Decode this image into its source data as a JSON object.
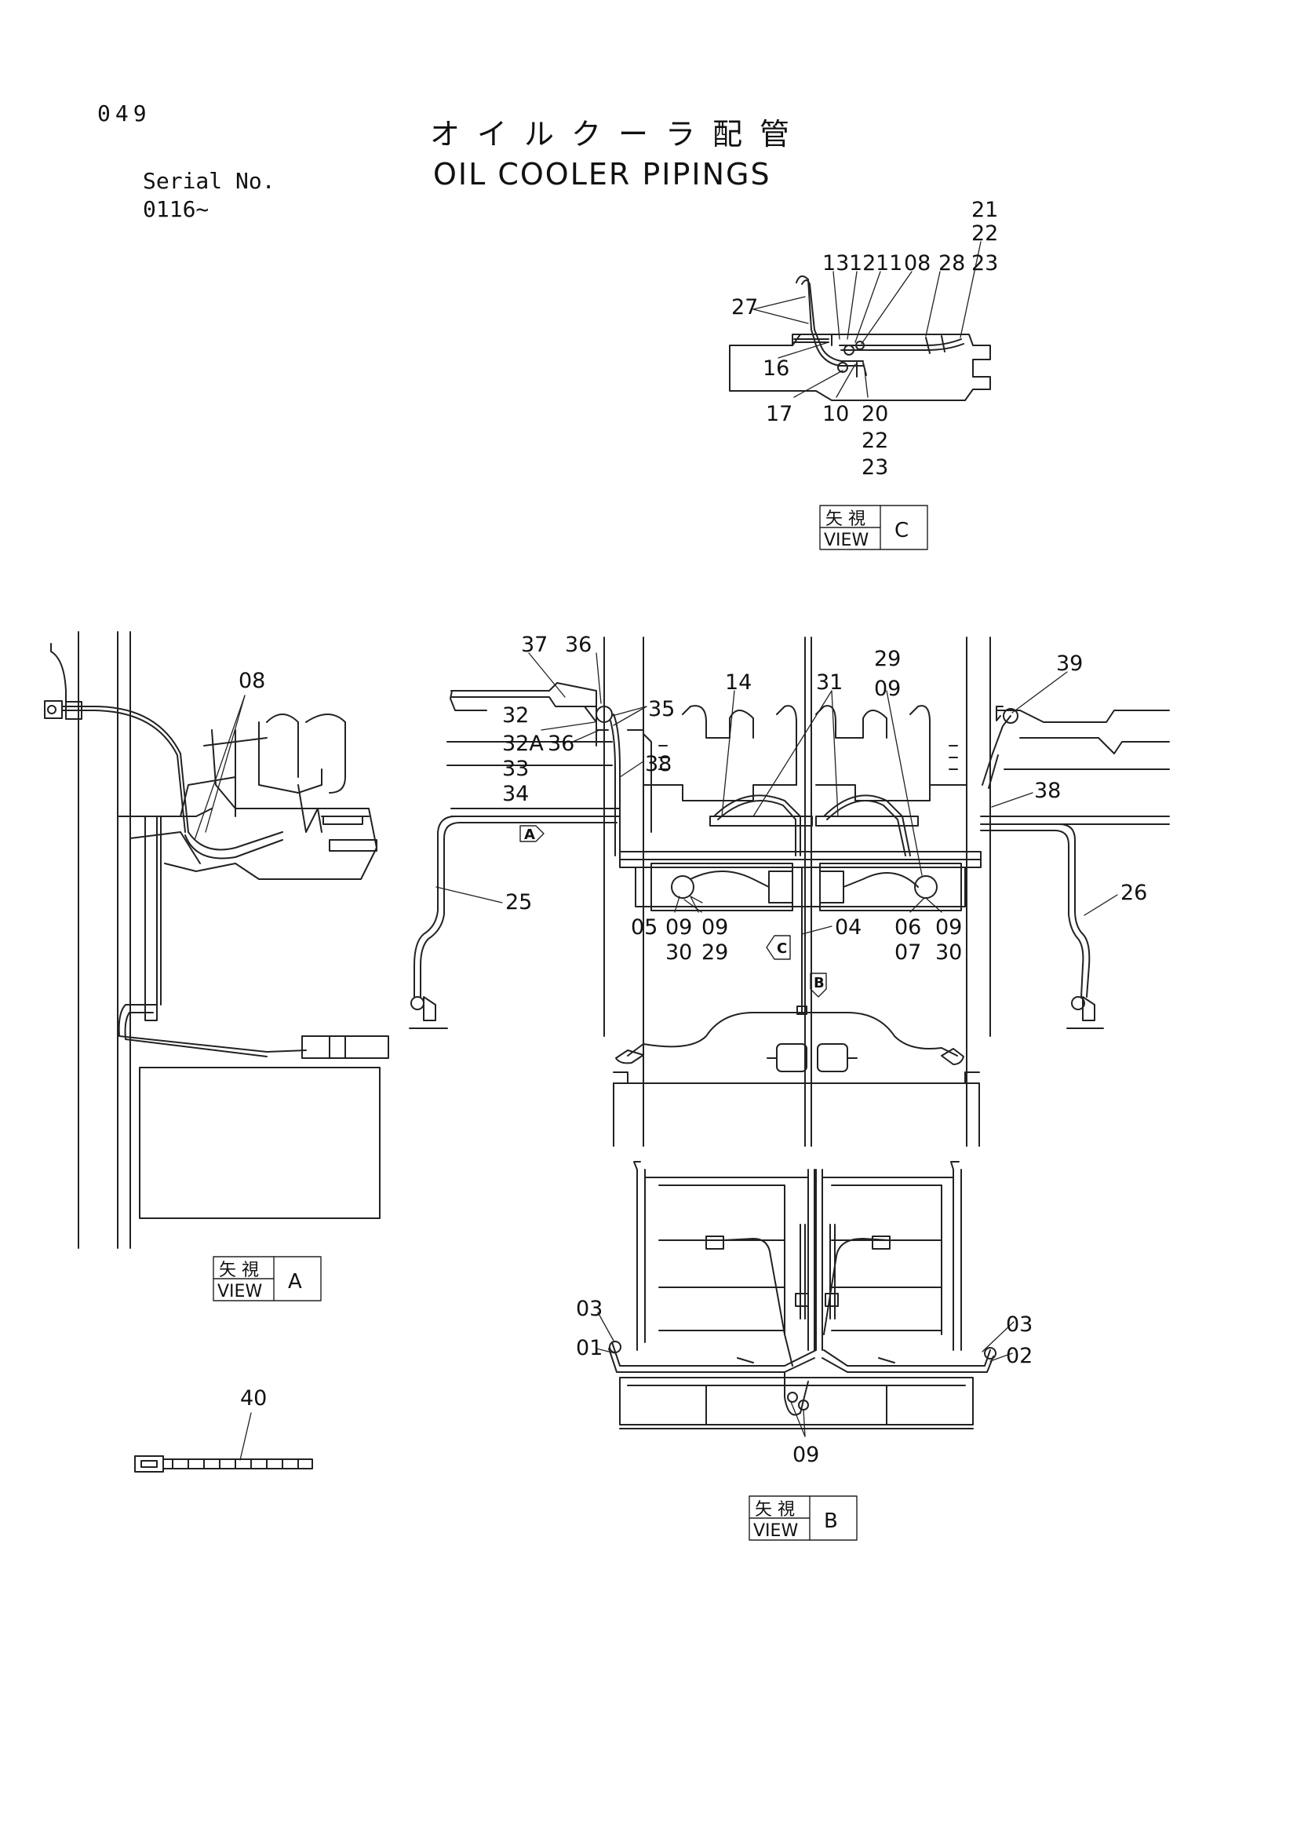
{
  "header": {
    "page_number": "049",
    "title_jp": "オイルクーラ配管",
    "title_en": "OIL COOLER PIPINGS",
    "serial_label": "Serial No.",
    "serial_value": "0116~"
  },
  "views": {
    "c": {
      "jp": "矢 視",
      "en": "VIEW",
      "letter": "C"
    },
    "a": {
      "jp": "矢 視",
      "en": "VIEW",
      "letter": "A"
    },
    "b": {
      "jp": "矢 視",
      "en": "VIEW",
      "letter": "B"
    }
  },
  "callouts": {
    "c1": "21",
    "c2": "22",
    "c3": "23",
    "c4": "13",
    "c5": "12",
    "c6": "11",
    "c7": "08",
    "c8": "28",
    "c9": "23",
    "c10": "27",
    "c11": "16",
    "c12": "17",
    "c13": "10",
    "c14": "20",
    "c15": "22",
    "c16": "23",
    "m1": "37",
    "m2": "36",
    "m3": "35",
    "m4": "32",
    "m5": "32A",
    "m6": "36",
    "m7": "33",
    "m8": "34",
    "m9": "38",
    "m10": "14",
    "m11": "31",
    "m12": "29",
    "m13": "09",
    "m14": "39",
    "m15": "38",
    "m16": "25",
    "m17": "26",
    "m18": "05",
    "m19": "09",
    "m20": "09",
    "m21": "30",
    "m22": "29",
    "m23": "04",
    "m24": "06",
    "m25": "07",
    "m26": "09",
    "m27": "30",
    "a1": "08",
    "x1": "40",
    "b1": "03",
    "b2": "01",
    "b3": "03",
    "b4": "02",
    "b5": "09"
  },
  "arrow_markers": {
    "a": "A",
    "b": "B",
    "c": "C"
  }
}
